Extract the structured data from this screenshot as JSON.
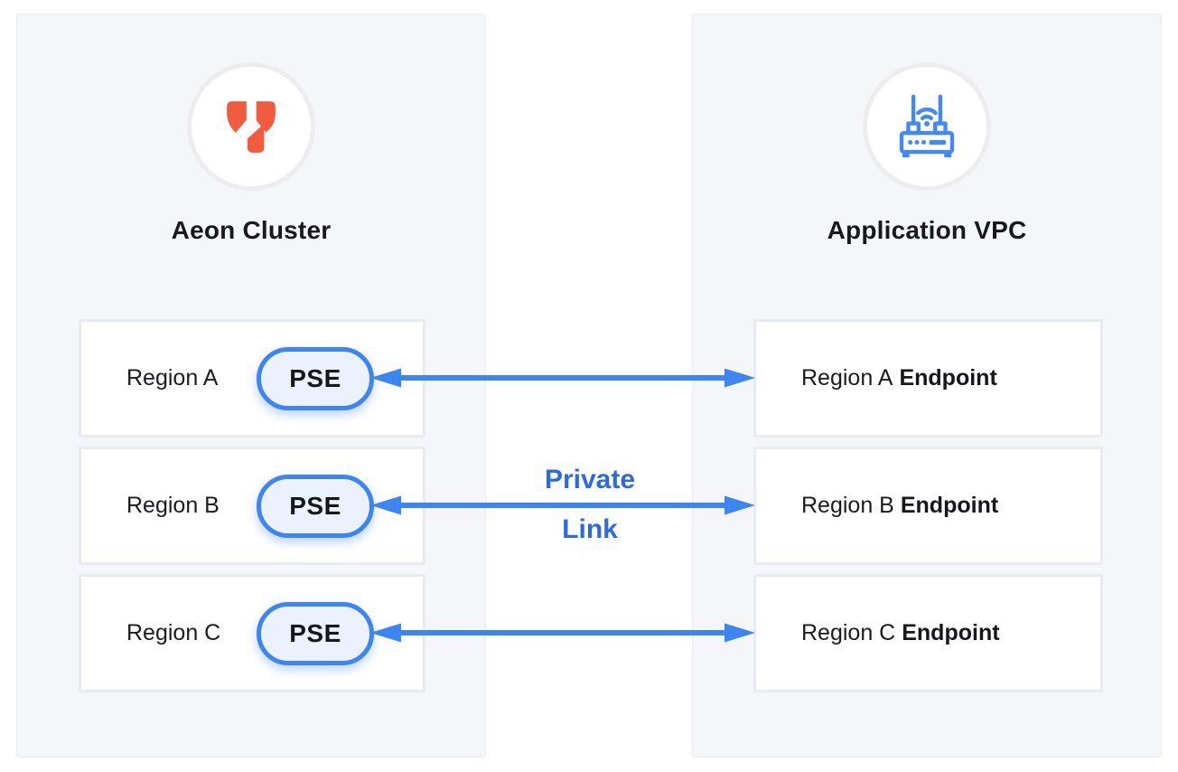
{
  "diagram": {
    "left_panel": {
      "title": "Aeon Cluster",
      "icon": "aeon-logo-icon",
      "rows": [
        {
          "region": "Region A",
          "badge": "PSE"
        },
        {
          "region": "Region B",
          "badge": "PSE"
        },
        {
          "region": "Region C",
          "badge": "PSE"
        }
      ]
    },
    "right_panel": {
      "title": "Application VPC",
      "icon": "router-icon",
      "rows": [
        {
          "region": "Region A",
          "suffix": "Endpoint"
        },
        {
          "region": "Region B",
          "suffix": "Endpoint"
        },
        {
          "region": "Region C",
          "suffix": "Endpoint"
        }
      ]
    },
    "connection_label": {
      "line1": "Private",
      "line2": "Link"
    },
    "colors": {
      "accent_blue": "#3E85F4",
      "label_blue": "#2C69E2",
      "logo_orange": "#F15B40",
      "panel_background": "#F5F6FA",
      "card_border": "#E8ECF2",
      "badge_fill": "#EBF2FD",
      "text_dark": "#17191D"
    }
  }
}
